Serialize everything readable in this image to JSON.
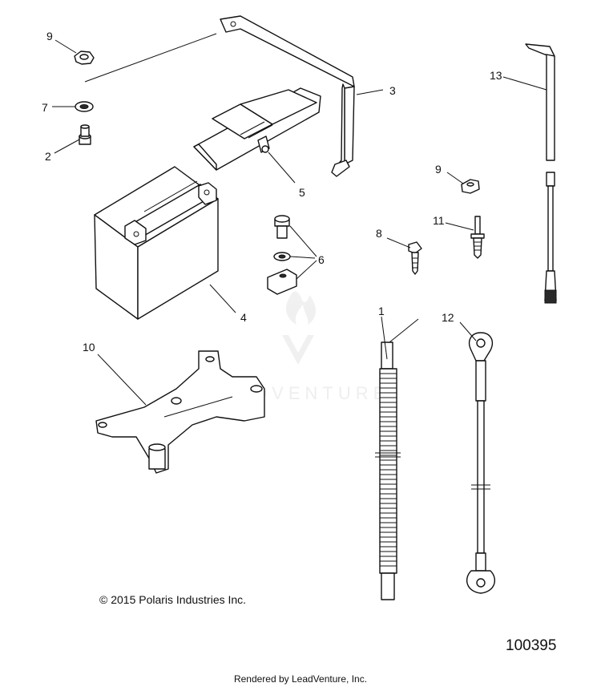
{
  "callouts": {
    "c1": "1",
    "c2": "2",
    "c3": "3",
    "c4": "4",
    "c5": "5",
    "c6": "6",
    "c7": "7",
    "c8": "8",
    "c9a": "9",
    "c9b": "9",
    "c10": "10",
    "c11": "11",
    "c12": "12",
    "c13": "13"
  },
  "copyright": "© 2015 Polaris Industries Inc.",
  "drawing_number": "100395",
  "footer": "Rendered by LeadVenture, Inc.",
  "watermark": "LEADVENTURE"
}
